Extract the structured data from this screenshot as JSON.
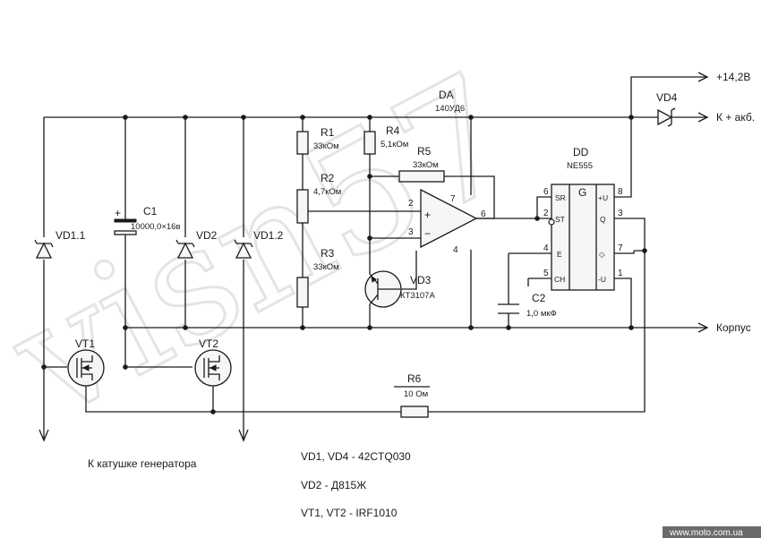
{
  "watermark": "visn57",
  "supply": {
    "plus": "+14,2В",
    "battery": "К + акб.",
    "ground": "Корпус"
  },
  "ic": {
    "da": {
      "ref": "DA",
      "type": "140УД6",
      "pins": {
        "in_plus": "2",
        "in_minus": "3",
        "top": "7",
        "bottom": "4",
        "out": "6"
      },
      "plus": "+",
      "minus": "−"
    },
    "dd": {
      "ref": "DD",
      "type": "NE555",
      "g": "G",
      "left_pins": [
        {
          "num": "6",
          "name": "SR"
        },
        {
          "num": "2",
          "name": "ST"
        },
        {
          "num": "4",
          "name": "E"
        },
        {
          "num": "5",
          "name": "CH"
        }
      ],
      "right_pins": [
        {
          "num": "8",
          "name": "+U"
        },
        {
          "num": "3",
          "name": "Q"
        },
        {
          "num": "7",
          "name": "◇"
        },
        {
          "num": "1",
          "name": "-U"
        }
      ]
    }
  },
  "components": {
    "r1": {
      "ref": "R1",
      "value": "33кОм"
    },
    "r2": {
      "ref": "R2",
      "value": "4,7кОм"
    },
    "r3": {
      "ref": "R3",
      "value": "33кОм"
    },
    "r4": {
      "ref": "R4",
      "value": "5,1кОм"
    },
    "r5": {
      "ref": "R5",
      "value": "33кОм"
    },
    "r6": {
      "ref": "R6",
      "value": "10 Ом"
    },
    "c1": {
      "ref": "C1",
      "value": "10000,0×16в"
    },
    "c2": {
      "ref": "C2",
      "value": "1,0 мкФ"
    },
    "vd1_1": {
      "ref": "VD1.1"
    },
    "vd1_2": {
      "ref": "VD1.2"
    },
    "vd2": {
      "ref": "VD2"
    },
    "vd3": {
      "ref": "VD3",
      "type": "КТ3107А"
    },
    "vd4": {
      "ref": "VD4"
    },
    "vt1": {
      "ref": "VT1"
    },
    "vt2": {
      "ref": "VT2"
    }
  },
  "generator_label": "К катушке генератора",
  "notes": [
    "VD1, VD4 - 42CTQ030",
    "VD2 - Д815Ж",
    "VT1, VT2 - IRF1010"
  ],
  "footer": "www.moto.com.ua"
}
